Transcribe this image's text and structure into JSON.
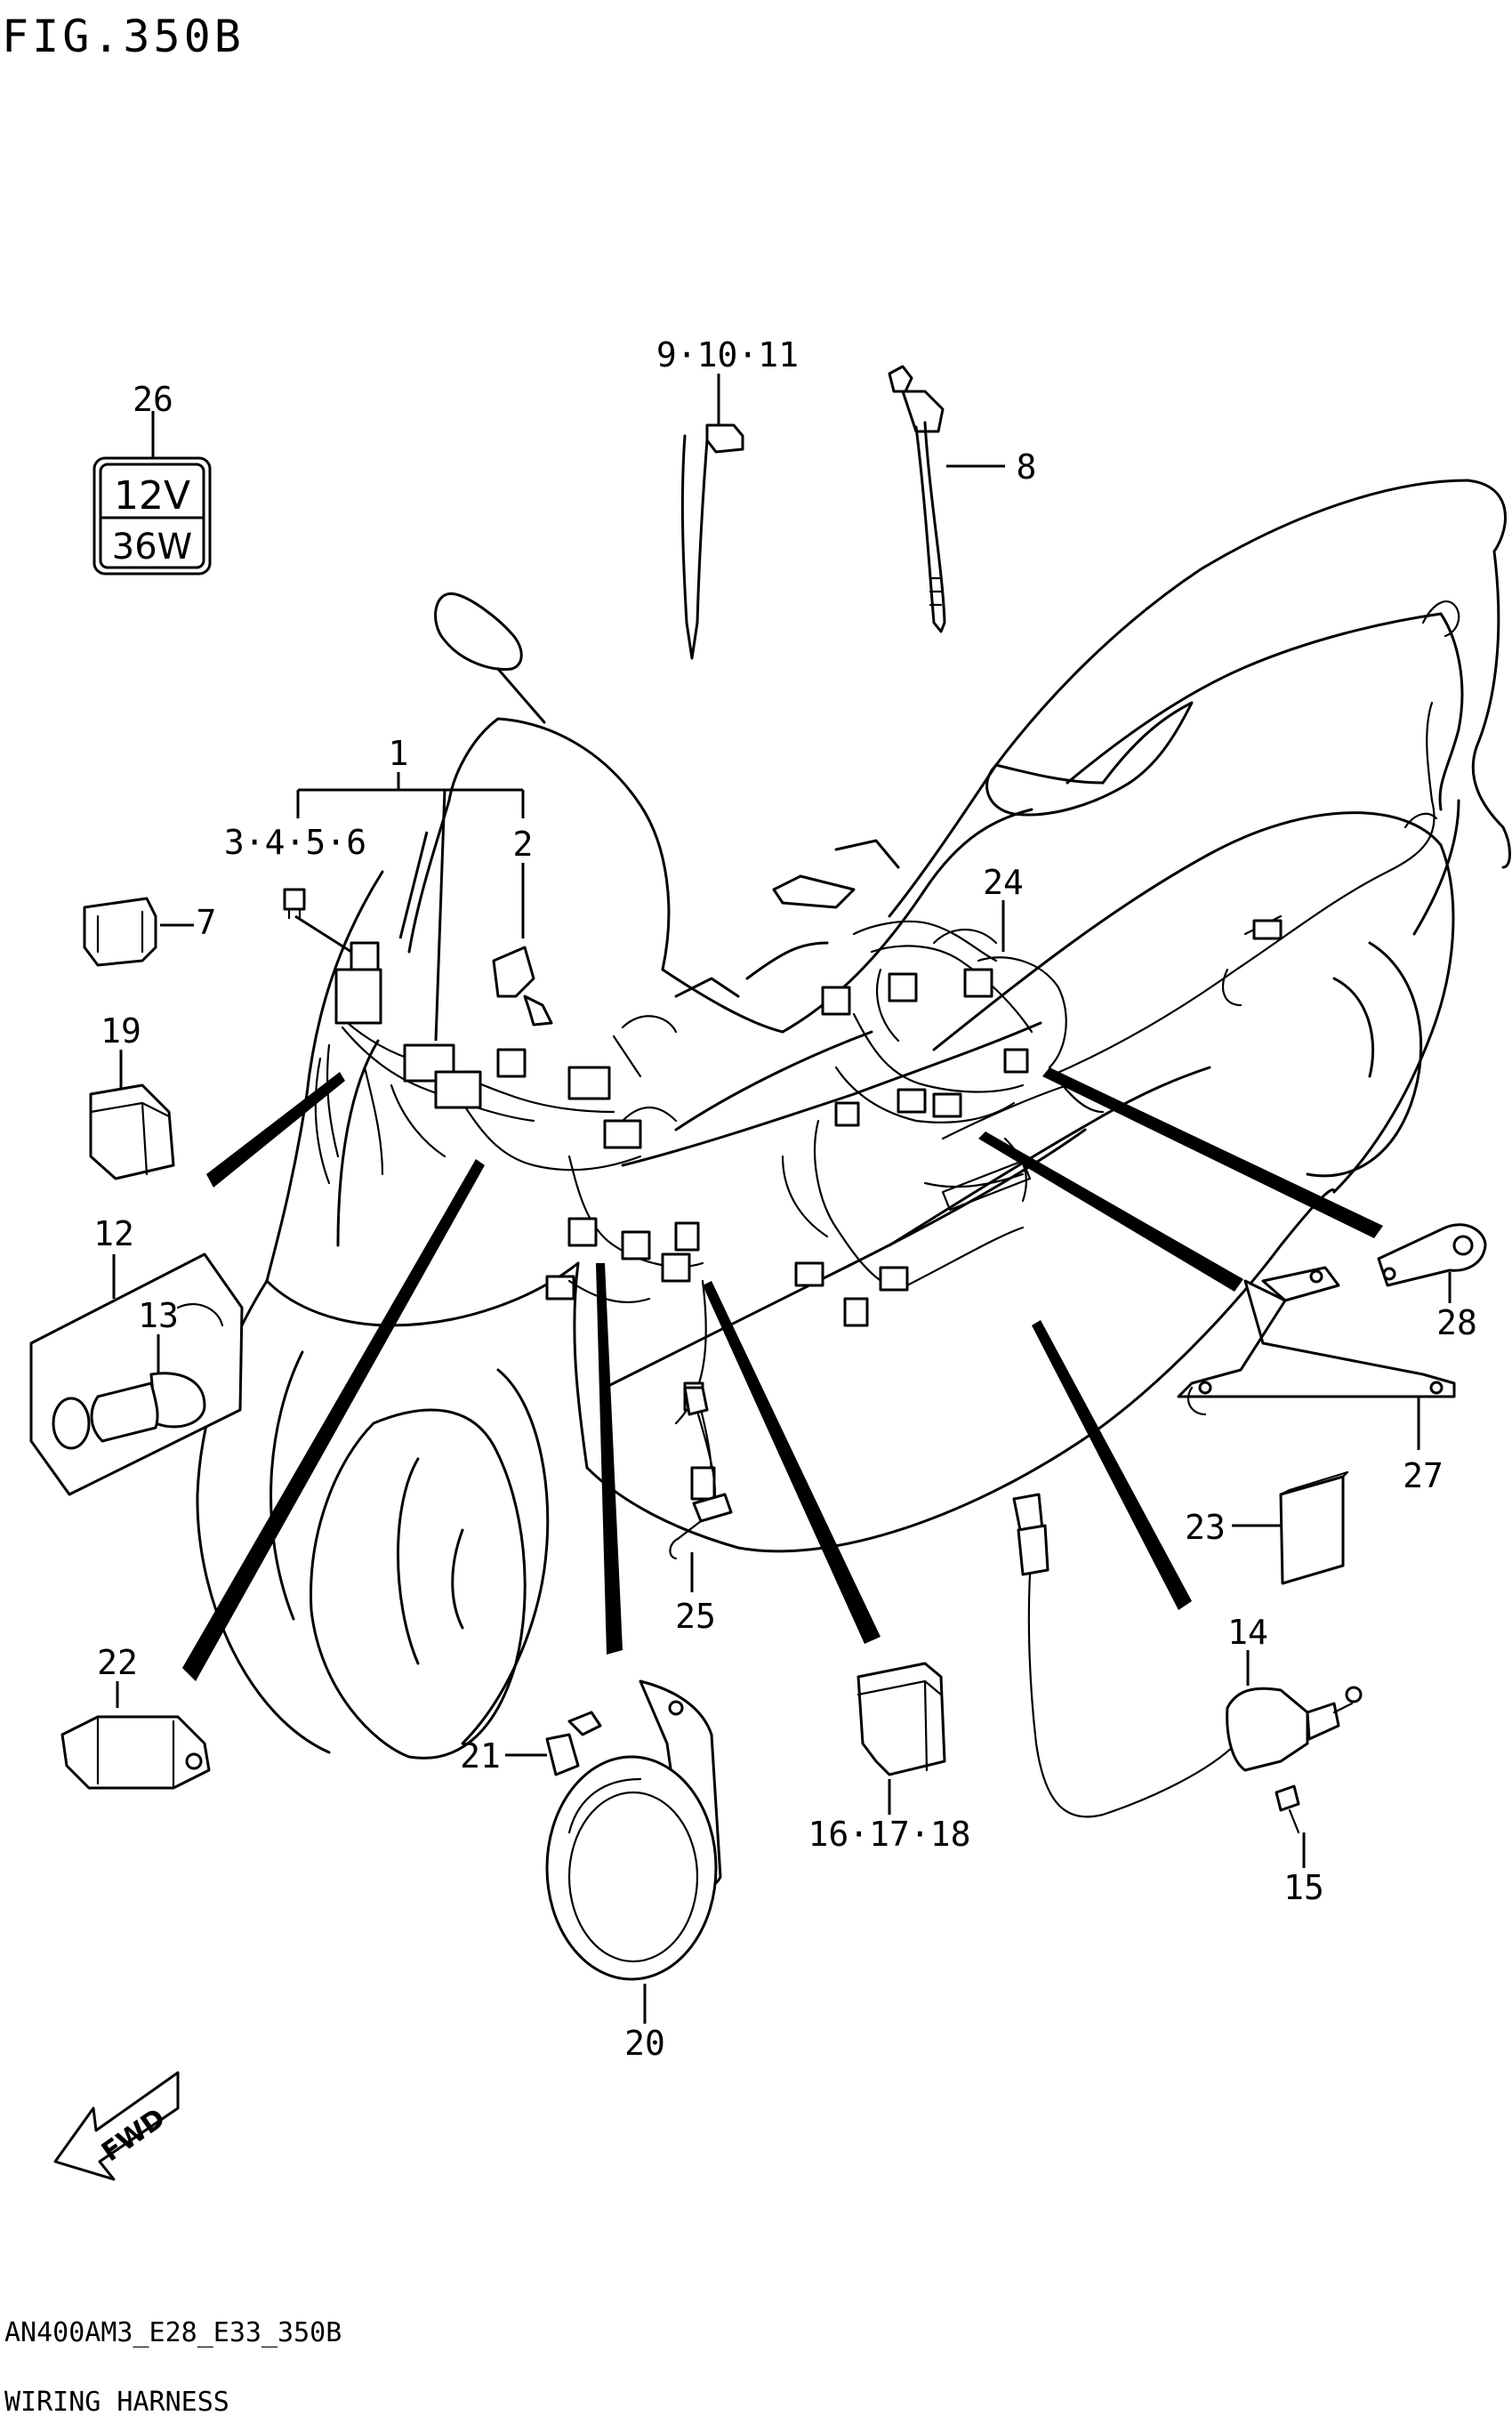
{
  "header": {
    "figure_label": "FIG.350B"
  },
  "footer": {
    "model_code": "AN400AM3_E28_E33_350B",
    "section_title": "WIRING HARNESS"
  },
  "fuse_rating": {
    "voltage": "12V",
    "wattage": "36W"
  },
  "fwd_arrow": {
    "label": "FWD"
  },
  "callouts": {
    "c1": "1",
    "c2": "2",
    "c3456": "3·4·5·6",
    "c7": "7",
    "c8": "8",
    "c91011": "9·10·11",
    "c12": "12",
    "c13": "13",
    "c14": "14",
    "c15": "15",
    "c161718": "16·17·18",
    "c19": "19",
    "c20": "20",
    "c21": "21",
    "c22": "22",
    "c23": "23",
    "c24": "24",
    "c25": "25",
    "c26": "26",
    "c27": "27",
    "c28": "28"
  }
}
